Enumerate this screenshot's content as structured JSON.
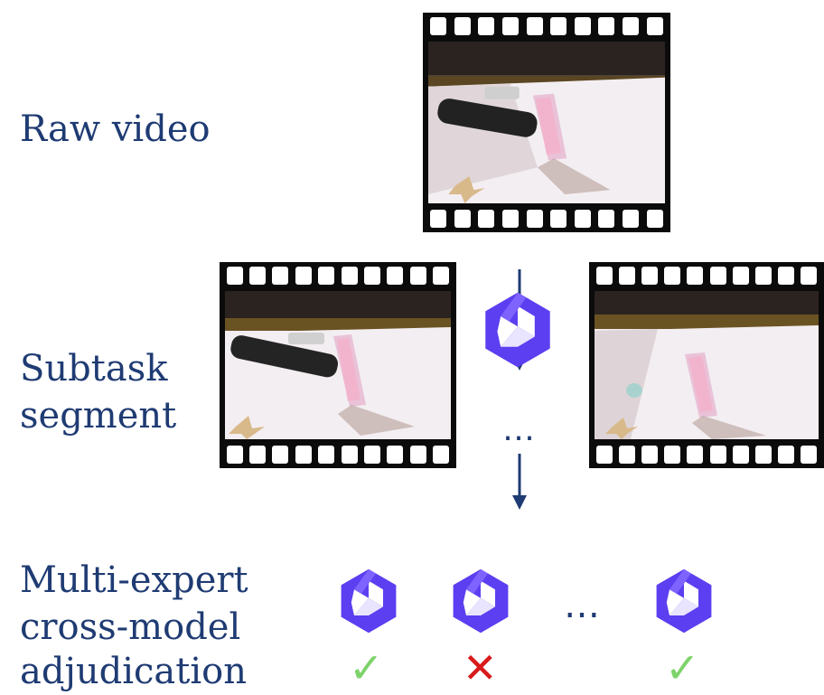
{
  "labels": {
    "raw": "Raw video",
    "subtask_line1": "Subtask",
    "subtask_line2": "segment",
    "multi_line1": "Multi-expert",
    "multi_line2": "cross-model",
    "multi_line3": "adjudication"
  },
  "ellipsis": "…",
  "experts": [
    {
      "verdict": "check"
    },
    {
      "verdict": "cross"
    },
    {
      "verdict": "check"
    }
  ],
  "colors": {
    "label_text": "#1f3b73",
    "arrow": "#1f3b73",
    "logo_purple": "#5b3ff0",
    "check_green": "#7dd36a",
    "cross_red": "#d81b1b",
    "film_black": "#0b0b0b"
  },
  "icons": {
    "check": "✓",
    "cross": "✕"
  }
}
